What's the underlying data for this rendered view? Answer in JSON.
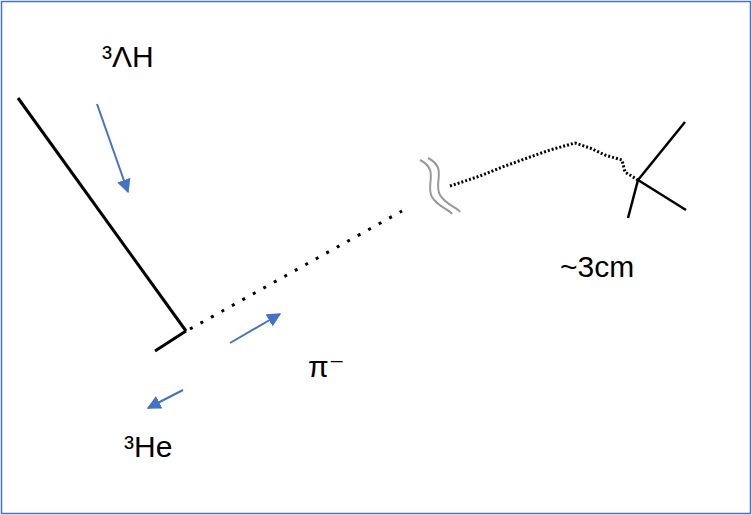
{
  "diagram": {
    "labels": [
      "³ΛH",
      "π⁻",
      "³He",
      "~3cm"
    ]
  }
}
